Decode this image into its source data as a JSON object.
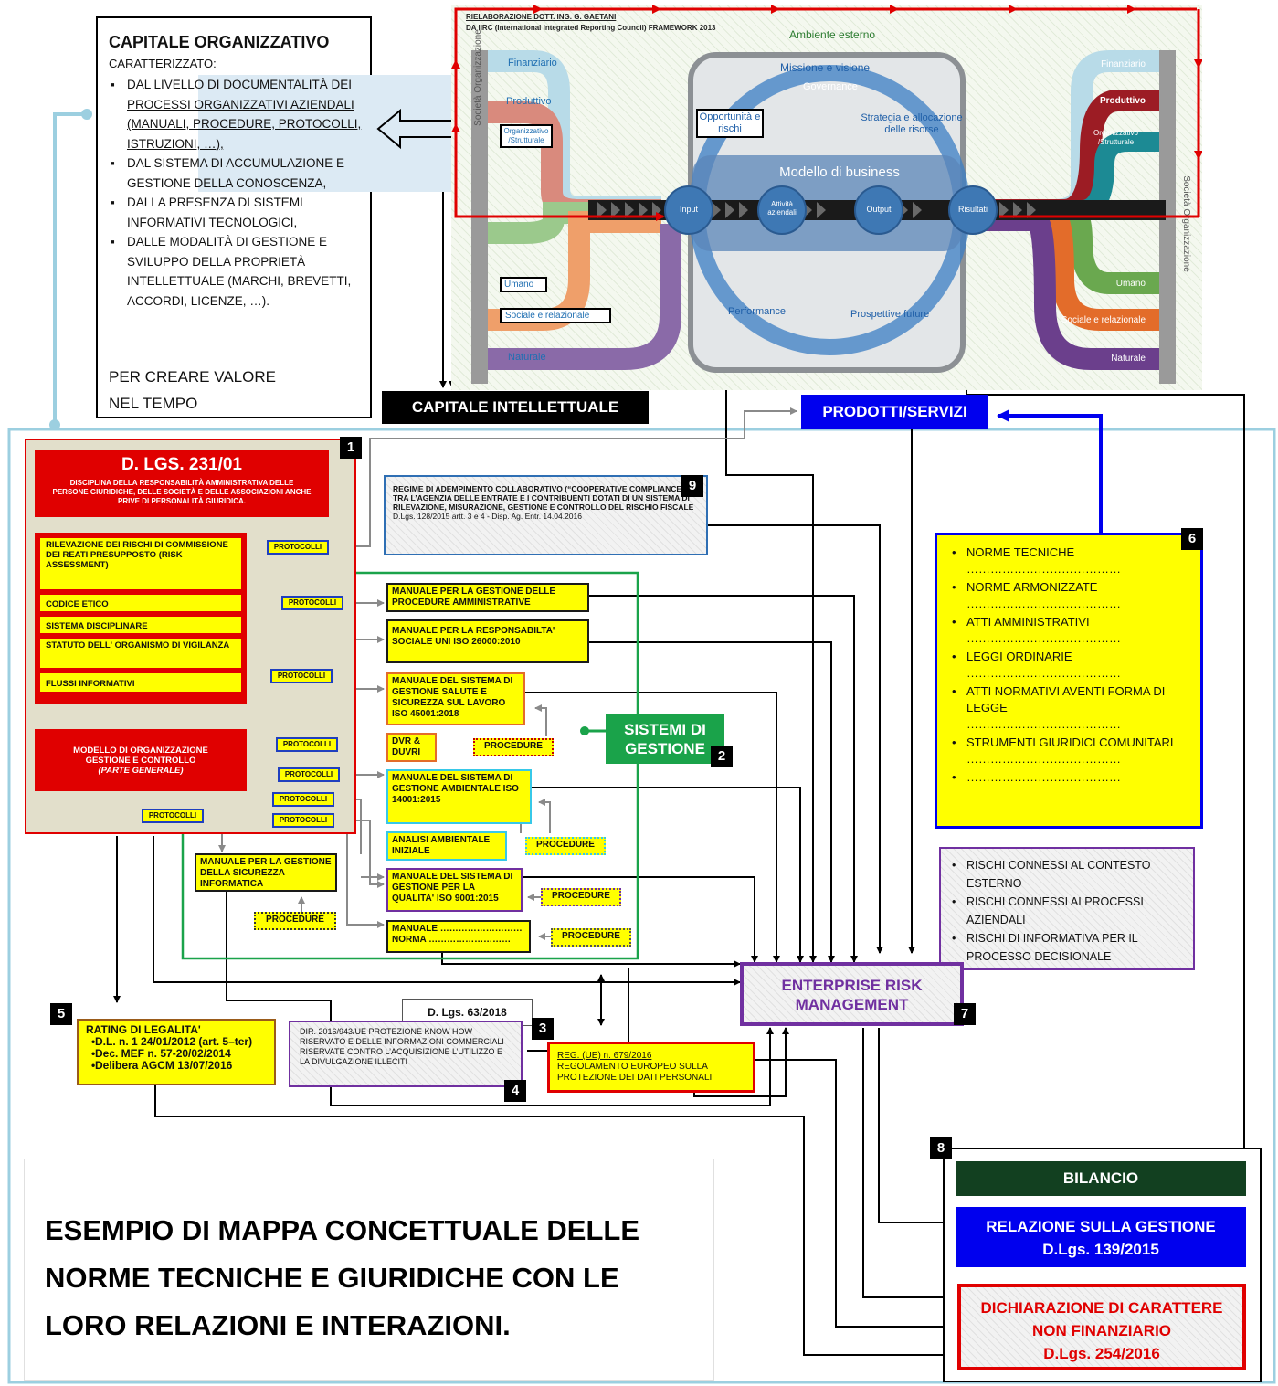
{
  "capitale_organizzativo": {
    "title": "CAPITALE ORGANIZZATIVO",
    "subtitle": "CARATTERIZZATO:",
    "items": [
      "DAL LIVELLO DI DOCUMENTALITÀ DEI PROCESSI ORGANIZZATIVI AZIENDALI (MANUALI, PROCEDURE, PROTOCOLLI, ISTRUZIONI, …),",
      "DAL SISTEMA DI ACCUMULAZIONE E GESTIONE DELLA CONOSCENZA,",
      "DALLA PRESENZA DI SISTEMI INFORMATIVI TECNOLOGICI,",
      "DALLE MODALITÀ DI GESTIONE E SVILUPPO DELLA PROPRIETÀ INTELLETTUALE (MARCHI, BREVETTI, ACCORDI, LICENZE, …)."
    ],
    "footer": "PER CREARE VALORE NEL TEMPO"
  },
  "iirc": {
    "credit_1": "RIELABORAZIONE DOTT. ING. G. GAETANI",
    "credit_2": "DA IIRC (International Integrated Reporting Council) FRAMEWORK 2013",
    "ambiente": "Ambiente esterno",
    "left_capitals": [
      "Finanziario",
      "Produttivo",
      "Organizzativo /Strutturale",
      "Umano",
      "Sociale e relazionale",
      "Naturale"
    ],
    "right_capitals": [
      "Finanziario",
      "Produttivo",
      "Organizzativo /Strutturale",
      "Umano",
      "Sociale e relazionale",
      "Naturale"
    ],
    "side_left": "Società Organizzazione",
    "side_right": "Società Organizzazione",
    "missione": "Missione e visione",
    "governance": "Governance",
    "opportunita": "Opportunità e rischi",
    "strategia": "Strategia e allocazione delle risorse",
    "modello": "Modello di business",
    "input": "Input",
    "attivita": "Attività aziendali",
    "output": "Output",
    "risultati": "Risultati",
    "performance": "Performance",
    "prospettive": "Prospettive future"
  },
  "capitale_intellettuale": "CAPITALE INTELLETTUALE",
  "prodotti_servizi": "PRODOTTI/SERVIZI",
  "box1": {
    "badge": "1",
    "title": "D. LGS. 231/01",
    "subtitle": "DISCIPLINA DELLA RESPONSABILITÀ AMMINISTRATIVA DELLE PERSONE GIURIDICHE, DELLE SOCIETÀ E DELLE ASSOCIAZIONI ANCHE PRIVE DI PERSONALITÀ GIURIDICA.",
    "items": [
      "RILEVAZIONE DEI RISCHI DI COMMISSIONE DEI REATI PRESUPPOSTO (RISK ASSESSMENT)",
      "CODICE ETICO",
      "SISTEMA DISCIPLINARE",
      "STATUTO DELL' ORGANISMO DI VIGILANZA",
      "FLUSSI INFORMATIVI"
    ],
    "modello": "MODELLO DI ORGANIZZAZIONE GESTIONE E CONTROLLO",
    "modello_sub": "(PARTE GENERALE)"
  },
  "protocolli": "PROTOCOLLI",
  "procedure": "PROCEDURE",
  "box9": {
    "badge": "9",
    "text": "REGIME DI ADEMPIMENTO COLLABORATIVO (“COOPERATIVE COMPLIANCE”) TRA L’AGENZIA DELLE ENTRATE E I CONTRIBUENTI DOTATI DI UN SISTEMA DI RILEVAZIONE, MISURAZIONE, GESTIONE E CONTROLLO DEL RISCHIO FISCALE",
    "ref": "D.Lgs. 128/2015 artt. 3 e 4 - Disp. Ag. Entr. 14.04.2016"
  },
  "manuali": {
    "amministrative": "MANUALE PER LA GESTIONE DELLE PROCEDURE AMMINISTRATIVE",
    "sociale": "MANUALE PER LA RESPONSABILTA' SOCIALE UNI ISO 26000:2010",
    "salute": "MANUALE DEL SISTEMA DI GESTIONE SALUTE E SICUREZZA SUL LAVORO ISO 45001:2018",
    "dvr": "DVR & DUVRI",
    "ambientale": "MANUALE DEL SISTEMA DI GESTIONE AMBIENTALE ISO 14001:2015",
    "analisi": "ANALISI AMBIENTALE INIZIALE",
    "qualita": "MANUALE DEL SISTEMA DI GESTIONE PER LA QUALITA' ISO 9001:2015",
    "norma": "MANUALE ……………………… NORMA ………………………",
    "informatica": "MANUALE PER LA GESTIONE DELLA SICUREZZA INFORMATICA"
  },
  "sistemi_gestione": "SISTEMI DI GESTIONE",
  "badge2": "2",
  "box6": {
    "badge": "6",
    "items": [
      "NORME TECNICHE",
      "NORME ARMONIZZATE",
      "ATTI AMMINISTRATIVI",
      "LEGGI ORDINARIE",
      "ATTI NORMATIVI AVENTI FORMA DI LEGGE",
      "STRUMENTI GIURIDICI COMUNITARI",
      "…………………………………"
    ],
    "dots": "…………………………………"
  },
  "rischi": [
    "RISCHI CONNESSI AL CONTESTO ESTERNO",
    "RISCHI CONNESSI AI PROCESSI AZIENDALI",
    "RISCHI DI INFORMATIVA PER IL PROCESSO DECISIONALE"
  ],
  "erm": {
    "text": "ENTERPRISE RISK MANAGEMENT",
    "badge": "7"
  },
  "box5": {
    "badge": "5",
    "title": "RATING DI LEGALITA'",
    "items": [
      "D.L. n. 1 24/01/2012 (art. 5–ter)",
      "Dec. MEF n. 57-20/02/2014",
      "Delibera AGCM 13/07/2016"
    ]
  },
  "dlgs63": "D. Lgs. 63/2018",
  "box4": {
    "badge": "4",
    "text": "DIR. 2016/943/UE PROTEZIONE KNOW HOW RISERVATO E DELLE INFORMAZIONI COMMERCIALI RISERVATE CONTRO L’ACQUISIZIONE L’UTILIZZO E LA DIVULGAZIONE ILLECITI"
  },
  "box3": {
    "badge": "3",
    "ref": "REG. (UE) n. 679/2016",
    "text": "REGOLAMENTO EUROPEO SULLA PROTEZIONE DEI DATI PERSONALI"
  },
  "box8": {
    "badge": "8",
    "bilancio": "BILANCIO",
    "relazione": "RELAZIONE SULLA GESTIONE",
    "relazione_ref": "D.Lgs. 139/2015",
    "dichiarazione": "DICHIARAZIONE DI CARATTERE NON FINANZIARIO",
    "dichiarazione_ref": "D.Lgs. 254/2016"
  },
  "caption": "ESEMPIO DI MAPPA CONCETTUALE DELLE NORME TECNICHE E GIURIDICHE CON LE LORO RELAZIONI E INTERAZIONI.",
  "colors": {
    "red": "#e00000",
    "yellow": "#ffff00",
    "blue": "#0000ee",
    "green": "#1aa34a",
    "purple": "#7030a0",
    "light_blue_frame": "#9ccfe0"
  }
}
